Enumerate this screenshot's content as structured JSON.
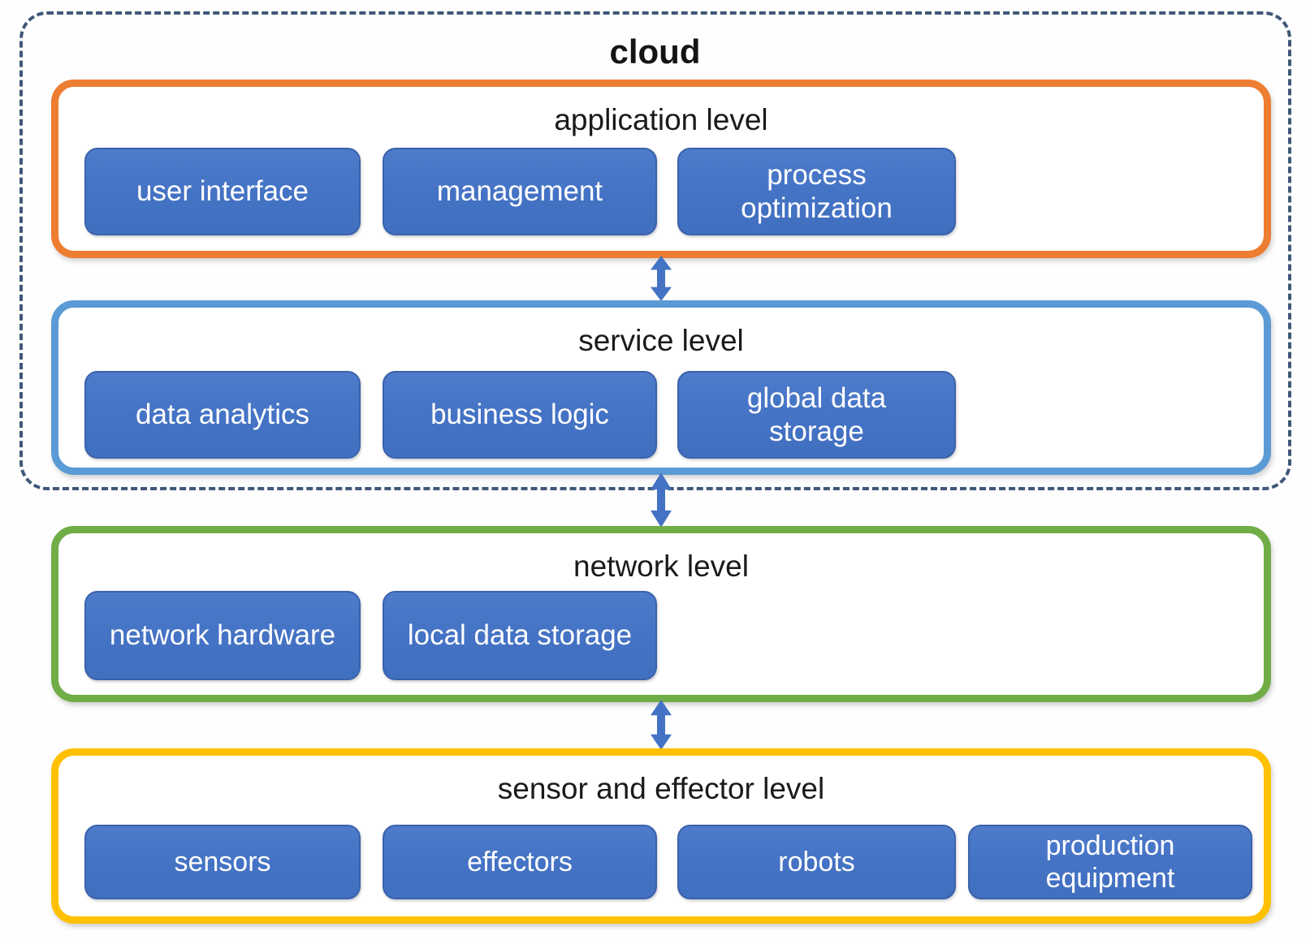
{
  "diagram_title": "cloud",
  "colors": {
    "cloud_dashed_border": "#3F5778",
    "application_level_border": "#ED7D31",
    "service_level_border": "#5B9BD5",
    "network_level_border": "#70AD47",
    "sensor_level_border": "#FFC000",
    "module_fill": "#4472C4",
    "module_text": "#FFFFFF",
    "arrow": "#4472C4"
  },
  "cloud": {
    "label": "cloud",
    "contains_levels": [
      "application level",
      "service level"
    ]
  },
  "levels": [
    {
      "id": "application",
      "title": "application level",
      "inside_cloud": true,
      "items": [
        "user interface",
        "management",
        "process optimization"
      ]
    },
    {
      "id": "service",
      "title": "service level",
      "inside_cloud": true,
      "items": [
        "data analytics",
        "business logic",
        "global data storage"
      ]
    },
    {
      "id": "network",
      "title": "network level",
      "inside_cloud": false,
      "items": [
        "network hardware",
        "local data storage"
      ]
    },
    {
      "id": "sensor",
      "title": "sensor and effector level",
      "inside_cloud": false,
      "items": [
        "sensors",
        "effectors",
        "robots",
        "production equipment"
      ]
    }
  ],
  "arrows": [
    {
      "type": "double-headed",
      "from": "application level",
      "to": "service level"
    },
    {
      "type": "double-headed",
      "from": "service level",
      "to": "network level"
    },
    {
      "type": "double-headed",
      "from": "network level",
      "to": "sensor and effector level"
    }
  ]
}
